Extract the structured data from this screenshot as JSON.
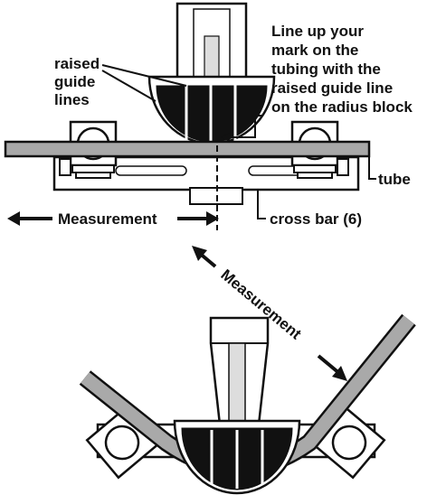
{
  "labels": {
    "raised_guide": [
      "raised",
      "guide",
      "lines"
    ],
    "instruction": [
      "Line up your",
      "mark on the",
      "tubing with the",
      "raised guide line",
      "on the radius block"
    ],
    "tube": "tube",
    "cross_bar": "cross  bar (6)",
    "measurement_top": "Measurement",
    "measurement_bottom": "Measurement"
  },
  "colors": {
    "tube_fill": "#a9a9a9",
    "ink": "#111111",
    "light_fill": "#d9d9d9",
    "background": "#ffffff"
  }
}
